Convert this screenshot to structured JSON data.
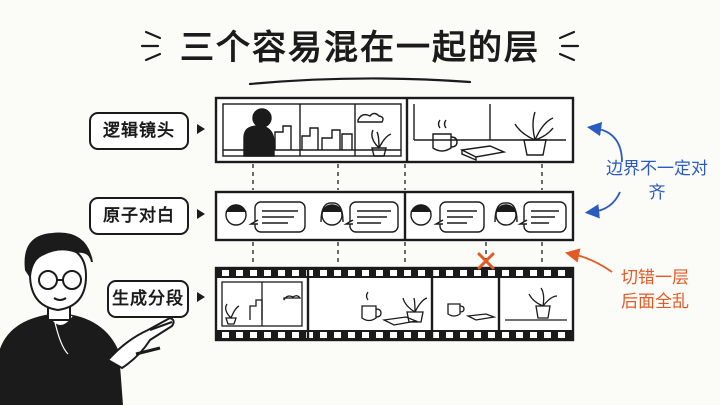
{
  "title": "三个容易混在一起的层",
  "rows": [
    {
      "label": "逻辑镜头"
    },
    {
      "label": "原子对白"
    },
    {
      "label": "生成分段"
    }
  ],
  "annotations": {
    "boundary_note": "边界不一定对齐",
    "cut_note_line1": "切错一层",
    "cut_note_line2": "后面全乱"
  },
  "colors": {
    "ink": "#1b1b1b",
    "blue": "#2c5bbf",
    "orange": "#e45a26",
    "paper": "#fbfbf8"
  },
  "icons": [
    "play-arrow-icon",
    "speech-bubble-icon",
    "cross-mark-icon",
    "film-strip-icon",
    "coffee-cup-icon",
    "plant-icon",
    "book-icon",
    "city-skyline-icon",
    "cloud-icon"
  ]
}
